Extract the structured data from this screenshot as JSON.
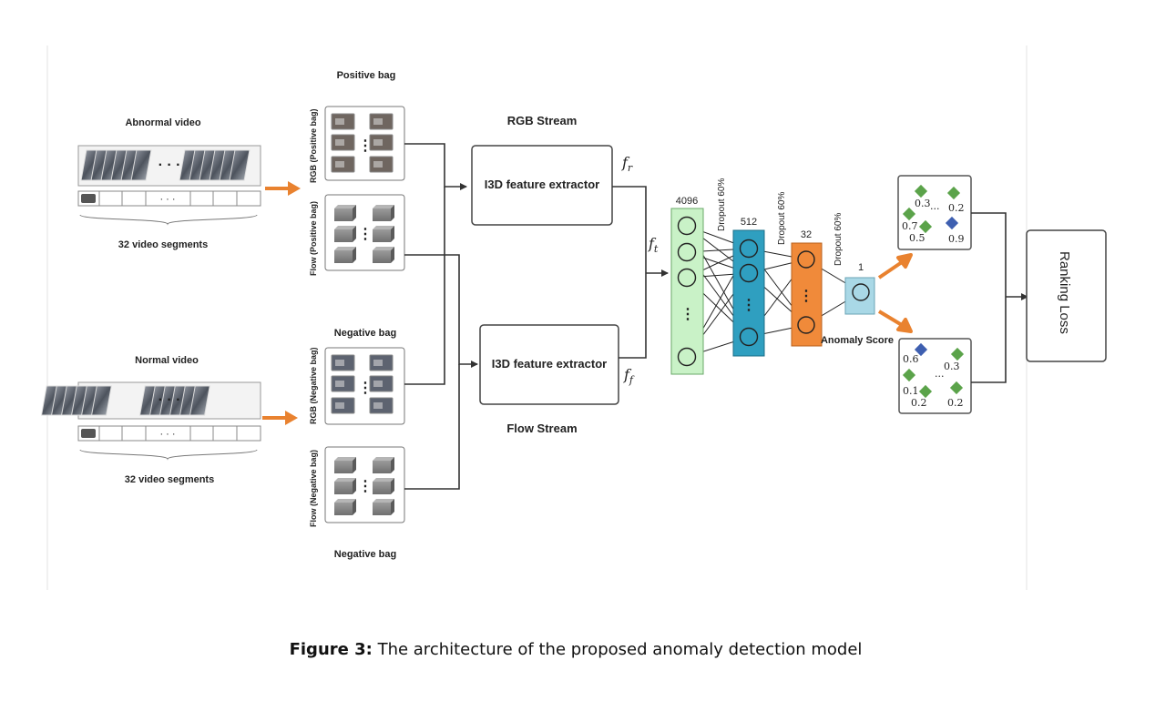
{
  "inputs": {
    "abnormal_title": "Abnormal video",
    "normal_title": "Normal video",
    "segments_label_top": "32 video segments",
    "segments_label_bottom": "32 video segments",
    "ellipsis": "· · ·"
  },
  "bags": {
    "positive_top": "Positive bag",
    "negative_mid": "Negative bag",
    "negative_bottom": "Negative bag",
    "rgb_positive": "RGB (Positive bag)",
    "flow_positive": "Flow (Positive bag)",
    "rgb_negative": "RGB (Negative bag)",
    "flow_negative": "Flow (Negative bag)"
  },
  "streams": {
    "rgb_stream": "RGB Stream",
    "flow_stream": "Flow Stream",
    "extractor_top": "I3D feature extractor",
    "extractor_bottom": "I3D feature extractor",
    "f_r": "fr",
    "f_t": "ft",
    "f_f": "ff"
  },
  "network": {
    "layer1_size": "4096",
    "layer2_size": "512",
    "layer3_size": "32",
    "layer4_size": "1",
    "dropout1": "Dropout 60%",
    "dropout2": "Dropout 60%",
    "dropout3": "Dropout 60%",
    "anomaly_score": "Anomaly Score",
    "colors": {
      "layer1": "#c9f2c7",
      "layer2": "#2f9fc0",
      "layer3": "#f08a3a",
      "layer4": "#a9d8e6",
      "arrow": "#e9822f",
      "diamond_green": "#5ba34a",
      "diamond_blue": "#3e5fb0"
    }
  },
  "score_boxes": {
    "positive": [
      "0.3",
      "0.2",
      "0.7",
      "0.5",
      "0.9"
    ],
    "negative": [
      "0.6",
      "0.3",
      "0.1",
      "0.2",
      "0.2"
    ],
    "ellipsis": "..."
  },
  "loss": {
    "label": "Ranking Loss"
  },
  "caption": {
    "prefix": "Figure 3:",
    "text": "The architecture of the proposed anomaly detection model"
  }
}
